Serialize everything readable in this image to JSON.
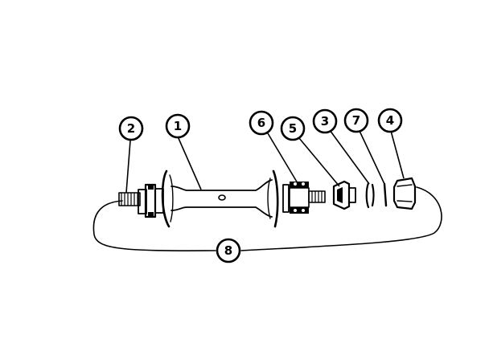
{
  "diagram": {
    "callouts": {
      "c1": "1",
      "c2": "2",
      "c3": "3",
      "c4": "4",
      "c5": "5",
      "c6": "6",
      "c7": "7",
      "c8": "8"
    },
    "colors": {
      "ink": "#000000",
      "paper": "#ffffff"
    }
  }
}
